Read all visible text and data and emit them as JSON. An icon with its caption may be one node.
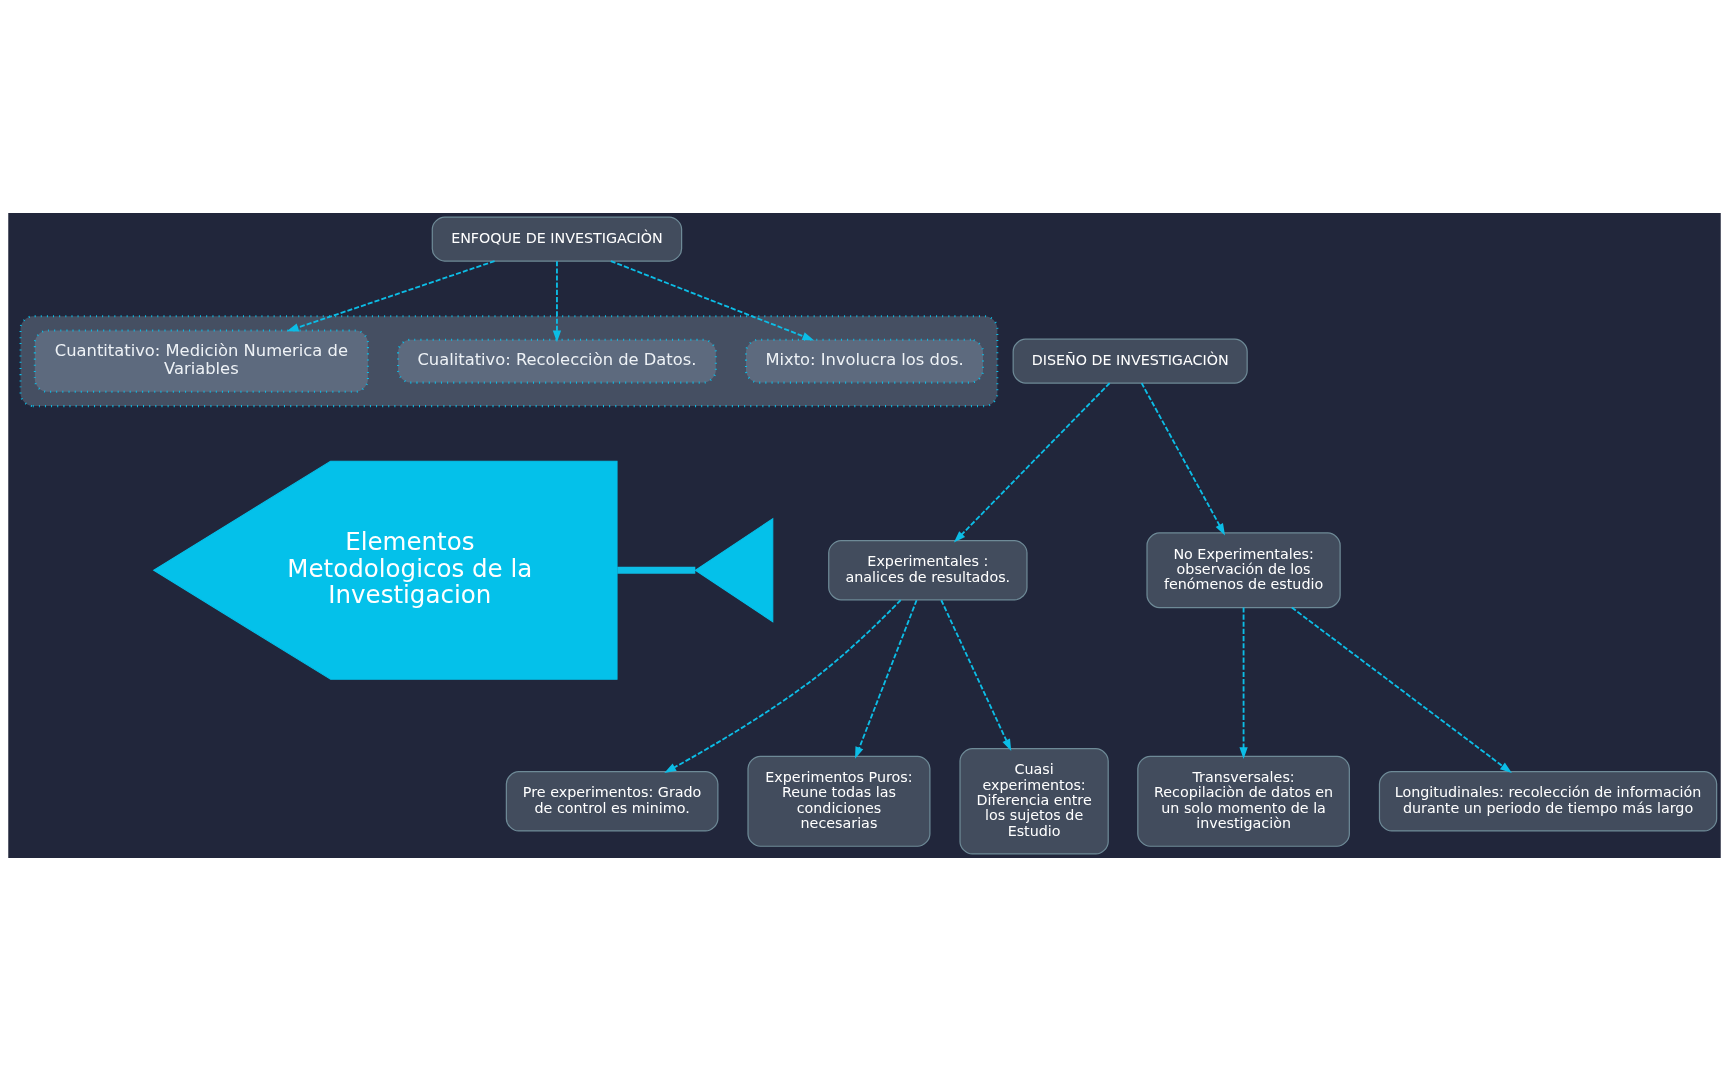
{
  "diagram": {
    "nodes": [
      {
        "text": [
          "ENFOQUE DE INVESTIGACIÒN"
        ]
      },
      {
        "text": [
          "Elementos Metodologicos de la Investigacion"
        ]
      },
      {
        "text": [],
        "shape": "box"
      },
      {
        "text": [
          "Cuantitativo: Mediciòn Numerica de Variables"
        ],
        "in": 2
      },
      {
        "text": [
          "Cualitativo: Recolecciòn de Datos."
        ],
        "in": 2
      },
      {
        "text": [
          "Mixto: Involucra los dos."
        ],
        "in": 2
      },
      {
        "text": [],
        "shape": "triangle"
      },
      {
        "text": [
          "Pre experimentos: Grado de control es minimo."
        ]
      },
      {
        "text": [
          "Experimentos Puros: Reune todas las condiciones necesarias"
        ]
      },
      {
        "text": [
          "Cuasi experimentos: Diferencia entre los sujetos de Estudio"
        ]
      },
      {
        "text": [
          "Transversales: Recopilaciòn de datos en un solo momento de la investigaciòn"
        ]
      },
      {
        "text": [
          "Longitudinales: recolección de información durante un periodo de tiempo más largo"
        ]
      },
      {
        "text": [
          "Experimentales : analices de resultados."
        ]
      },
      {
        "text": [
          "No Experimentales: observación de los fenómenos de estudio"
        ]
      },
      {
        "text": [
          "DISEÑO DE INVESTIGACIÒN"
        ]
      }
    ],
    "edges": [
      {
        "from": 1,
        "to": 6,
        "arrow": "none",
        "style": "thick"
      },
      {
        "from": 0,
        "to": 3,
        "arrow": "to",
        "style": "dashed"
      },
      {
        "from": 0,
        "to": 4,
        "arrow": "to",
        "style": "dashed"
      },
      {
        "from": 0,
        "to": 5,
        "arrow": "to",
        "style": "dashed"
      },
      {
        "from": 12,
        "to": 7,
        "arrow": "to",
        "style": "dashed"
      },
      {
        "from": 12,
        "to": 8,
        "arrow": "to",
        "style": "dashed"
      },
      {
        "from": 12,
        "to": 9,
        "arrow": "to",
        "style": "dashed"
      },
      {
        "from": 14,
        "to": 12,
        "arrow": "to",
        "style": "dashed"
      },
      {
        "from": 14,
        "to": 13,
        "arrow": "to",
        "style": "dashed"
      },
      {
        "from": 13,
        "to": 10,
        "arrow": "to",
        "style": "dashed"
      },
      {
        "from": 13,
        "to": 11,
        "arrow": "to",
        "style": "dashed"
      }
    ]
  }
}
